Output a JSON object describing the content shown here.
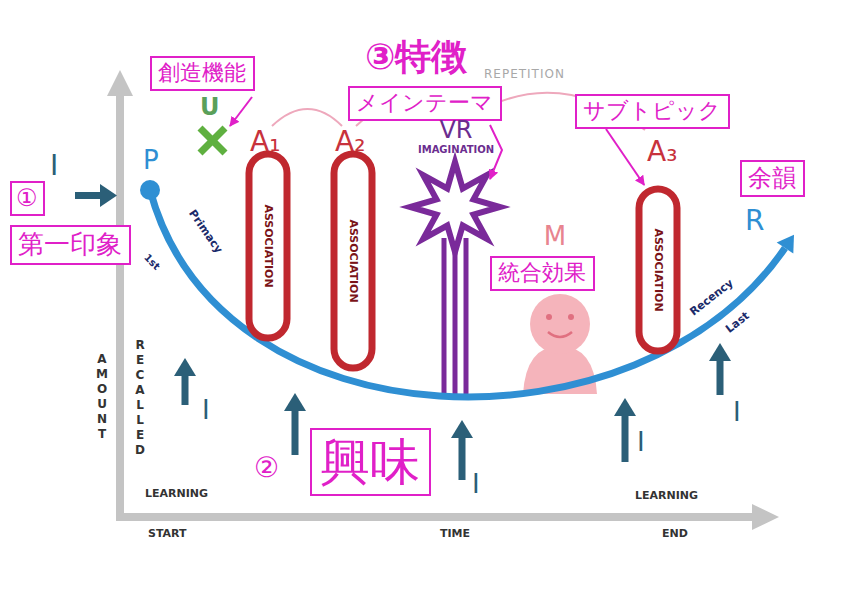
{
  "diagram": {
    "nodes": [
      {
        "text": [
          "①"
        ]
      },
      {
        "text": [
          "第一印象"
        ]
      },
      {
        "text": [
          "創造機能"
        ]
      },
      {
        "text": [
          "メインテーマ"
        ]
      },
      {
        "text": [
          "サブトピック"
        ]
      },
      {
        "text": [
          "余韻"
        ]
      },
      {
        "text": [
          "統合効果"
        ]
      },
      {
        "text": [
          "興味"
        ]
      },
      {
        "text": [
          "ASSOCIATION"
        ]
      },
      {
        "text": [
          "ASSOCIATION"
        ]
      },
      {
        "text": [
          "ASSOCIATION"
        ]
      }
    ],
    "edges": [
      {
        "from": 4,
        "to": 10,
        "arrow": "to"
      }
    ],
    "labels": [
      "③特徴",
      "REPETITION",
      "I",
      "P",
      "U",
      "A₁",
      "A₂",
      "VR",
      "IMAGINATION",
      "A₃",
      "R",
      "M",
      "Primacy",
      "1st",
      "Recency",
      "Last",
      "AMOUNT",
      "RECALLED",
      "I",
      "I",
      "I",
      "I",
      "②",
      "LEARNING",
      "LEARNING",
      "START",
      "TIME",
      "END"
    ]
  }
}
